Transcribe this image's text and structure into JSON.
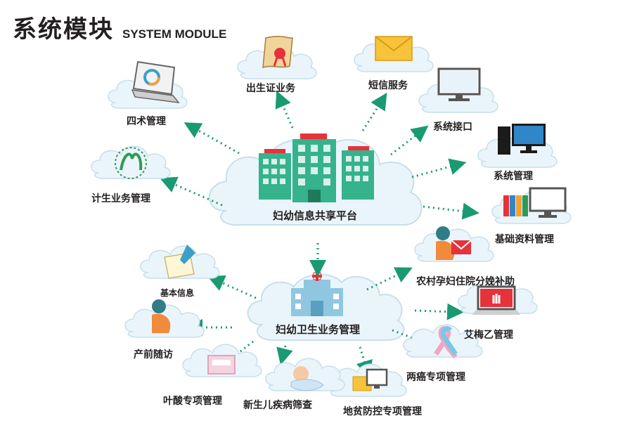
{
  "header": {
    "title_cn": "系统模块",
    "title_en": "SYSTEM MODULE"
  },
  "hubs": {
    "platform": {
      "label": "妇幼信息共享平台"
    },
    "business": {
      "label": "妇幼卫生业务管理"
    }
  },
  "platform_modules": [
    {
      "label": "四术管理",
      "icon": "laptop-chart-icon"
    },
    {
      "label": "出生证业务",
      "icon": "scroll-certificate-icon"
    },
    {
      "label": "短信服务",
      "icon": "envelope-icon"
    },
    {
      "label": "系统接口",
      "icon": "monitor-icon"
    },
    {
      "label": "系统管理",
      "icon": "desktop-computer-icon"
    },
    {
      "label": "计生业务管理",
      "icon": "family-planning-logo-icon"
    },
    {
      "label": "基础资料管理",
      "icon": "binders-monitor-icon"
    }
  ],
  "business_modules": [
    {
      "label": "农村孕妇住院分娩补助",
      "icon": "pregnant-woman-icon"
    },
    {
      "label": "艾梅乙管理",
      "icon": "hand-stop-laptop-icon"
    },
    {
      "label": "两癌专项管理",
      "icon": "awareness-ribbon-icon"
    },
    {
      "label": "地贫防控专项管理",
      "icon": "computer-folder-icon"
    },
    {
      "label": "新生儿疾病筛查",
      "icon": "newborn-baby-icon"
    },
    {
      "label": "叶酸专项管理",
      "icon": "folic-acid-box-icon"
    },
    {
      "label": "产前随访",
      "icon": "pregnant-woman-icon"
    },
    {
      "label": "基本信息",
      "icon": "notepad-pencil-icon"
    }
  ],
  "colors": {
    "arrow": "#1a9a72",
    "cloud": "#e9f4fa",
    "cloud_stroke": "#c7dfeb",
    "building": "#36b28d",
    "roof": "#e5323b"
  }
}
